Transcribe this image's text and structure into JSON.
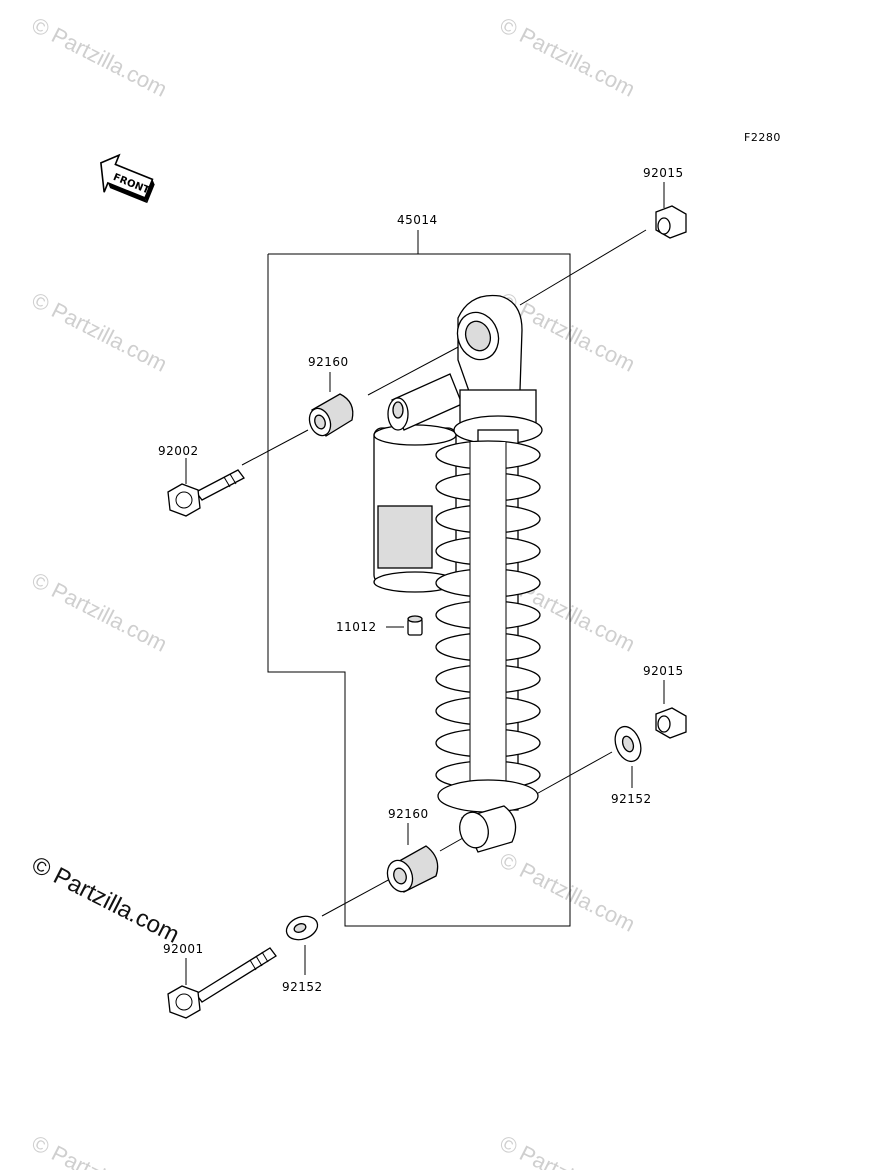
{
  "diagram": {
    "code": "F2280",
    "front_label": "FRONT",
    "parts": {
      "shock_assembly": "45014",
      "nut_upper": "92015",
      "nut_lower": "92015",
      "collar_upper": "92160",
      "collar_lower": "92160",
      "bolt_upper": "92002",
      "bolt_lower": "92001",
      "fitting": "11012",
      "washer_right": "92152",
      "washer_left": "92152"
    }
  },
  "watermarks": {
    "text": "© Partzilla.com",
    "prominent_text": "© Partzilla.com"
  }
}
